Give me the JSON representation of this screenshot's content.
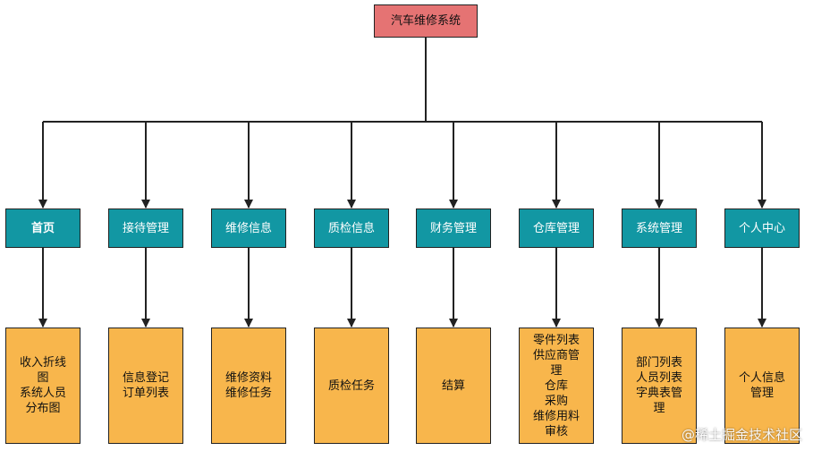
{
  "root": {
    "label": "汽车维修系统"
  },
  "modules": [
    {
      "label": "首页",
      "leaf": "收入折线\n图\n系统人员\n分布图"
    },
    {
      "label": "接待管理",
      "leaf": "信息登记\n订单列表"
    },
    {
      "label": "维修信息",
      "leaf": "维修资料\n维修任务"
    },
    {
      "label": "质检信息",
      "leaf": "质检任务"
    },
    {
      "label": "财务管理",
      "leaf": "结算"
    },
    {
      "label": "仓库管理",
      "leaf": "零件列表\n供应商管\n理\n仓库\n采购\n维修用料\n审核"
    },
    {
      "label": "系统管理",
      "leaf": "部门列表\n人员列表\n字典表管\n理"
    },
    {
      "label": "个人中心",
      "leaf": "个人信息\n管理"
    }
  ],
  "watermark": "@稀土掘金技术社区",
  "colors": {
    "root_fill": "#e57373",
    "module_fill": "#1297a3",
    "leaf_fill": "#f8b64c",
    "line": "#222222"
  }
}
